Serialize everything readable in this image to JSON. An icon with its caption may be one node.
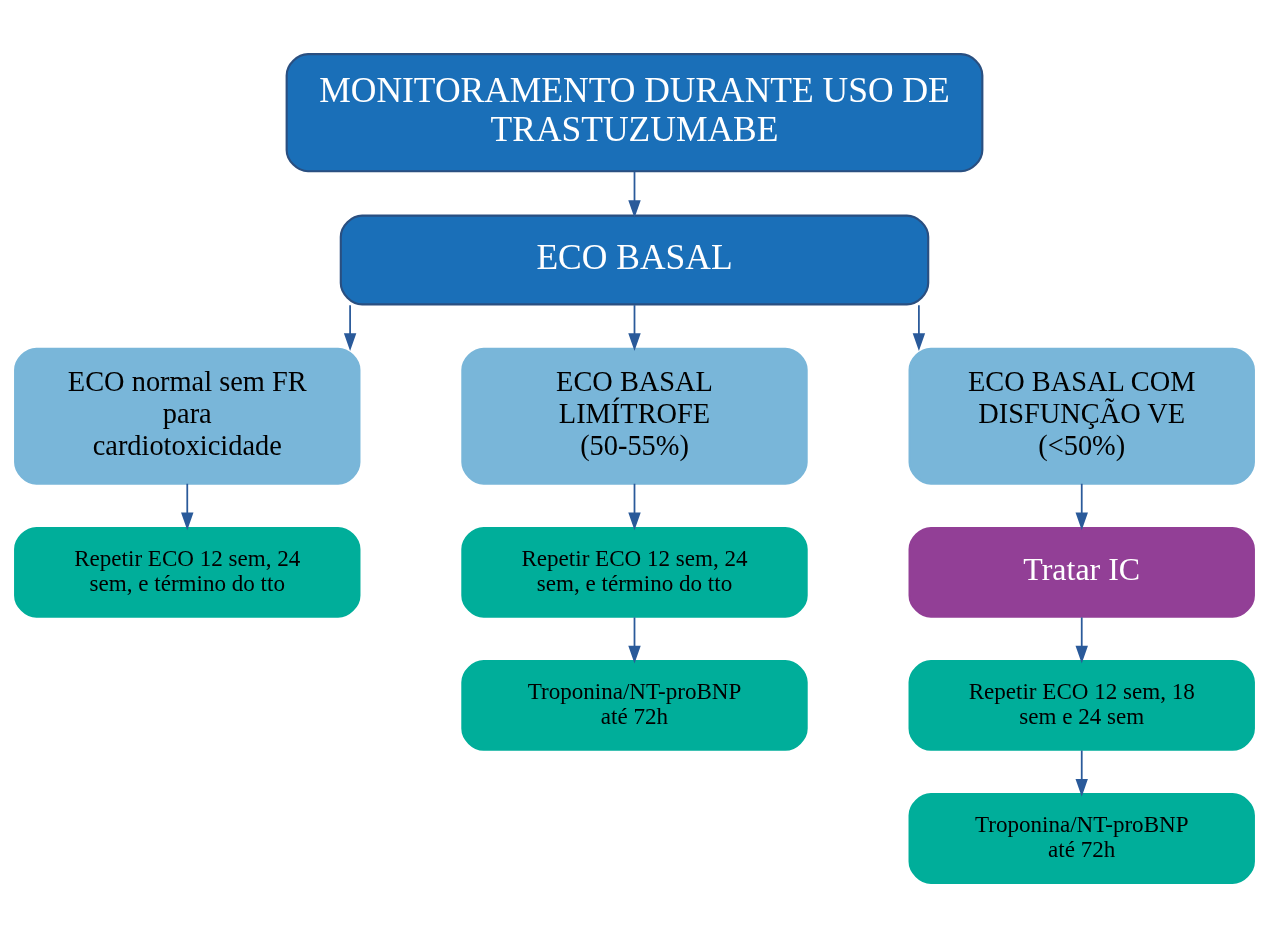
{
  "diagram": {
    "nodes": [
      {
        "text": [
          "MONITORAMENTO DURANTE USO DE TRASTUZUMABE"
        ]
      },
      {
        "text": [
          "ECO BASAL"
        ]
      },
      {
        "text": [
          "ECO normal sem FR para cardiotoxicidade"
        ]
      },
      {
        "text": [
          "ECO BASAL LIMÍTROFE (50-55%)"
        ]
      },
      {
        "text": [
          "ECO BASAL COM DISFUNÇÃO VE (<50%)"
        ]
      },
      {
        "text": [
          "Repetir ECO 12 sem, 24 sem, e término do tto"
        ]
      },
      {
        "text": [
          "Repetir ECO 12 sem, 24 sem, e término do tto"
        ]
      },
      {
        "text": [
          "Troponina/NT-proBNP até 72h"
        ]
      },
      {
        "text": [
          "Tratar IC"
        ]
      },
      {
        "text": [
          "Repetir ECO 12 sem, 18 sem e 24 sem"
        ]
      },
      {
        "text": [
          "Troponina/NT-proBNP até 72h"
        ]
      }
    ],
    "edges": [
      {
        "from": 0,
        "to": 1,
        "arrow": "to"
      },
      {
        "from": 1,
        "to": 2,
        "arrow": "to"
      },
      {
        "from": 1,
        "to": 3,
        "arrow": "to"
      },
      {
        "from": 1,
        "to": 4,
        "arrow": "to"
      },
      {
        "from": 2,
        "to": 5,
        "arrow": "to"
      },
      {
        "from": 3,
        "to": 6,
        "arrow": "to"
      },
      {
        "from": 6,
        "to": 7,
        "arrow": "to"
      },
      {
        "from": 4,
        "to": 8,
        "arrow": "to"
      },
      {
        "from": 8,
        "to": 9,
        "arrow": "to"
      },
      {
        "from": 9,
        "to": 10,
        "arrow": "to"
      }
    ]
  }
}
